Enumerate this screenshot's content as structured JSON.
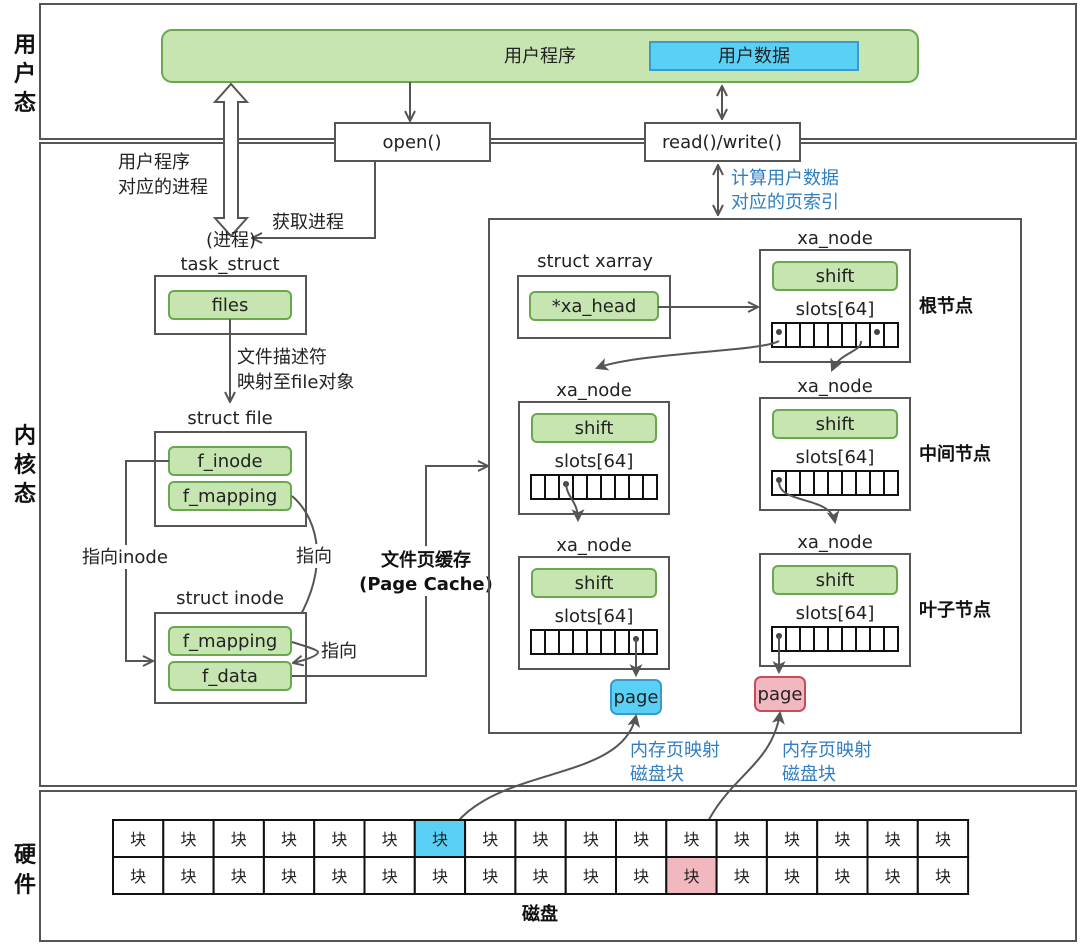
{
  "layers": {
    "user": "用户态",
    "kernel": "内核态",
    "hardware": "硬件"
  },
  "user_space": {
    "program_label": "用户程序",
    "user_data_label": "用户数据"
  },
  "syscalls": {
    "open": "open()",
    "read_write": "read()/write()"
  },
  "annotations": {
    "process_of_program": [
      "用户程序",
      "对应的进程"
    ],
    "get_process": "获取进程",
    "process": "(进程)",
    "fd_to_file": [
      "文件描述符",
      "映射至file对象"
    ],
    "point_to_inode": "指向inode",
    "points_to_1": "指向",
    "points_to_2": "指向",
    "page_cache": [
      "文件页缓存",
      "(Page Cache)"
    ],
    "calc_page_index": [
      "计算用户数据",
      "对应的页索引"
    ],
    "mem_page_map_1": [
      "内存页映射",
      "磁盘块"
    ],
    "mem_page_map_2": [
      "内存页映射",
      "磁盘块"
    ]
  },
  "structs": {
    "task_struct": {
      "title": "task_struct",
      "fields": [
        "files"
      ]
    },
    "file": {
      "title": "struct file",
      "fields": [
        "f_inode",
        "f_mapping"
      ]
    },
    "inode": {
      "title": "struct inode",
      "fields": [
        "f_mapping",
        "f_data"
      ]
    },
    "xarray": {
      "title": "struct xarray",
      "fields": [
        "*xa_head"
      ]
    }
  },
  "xa_nodes": [
    {
      "id": "root",
      "title": "xa_node",
      "shift": "shift",
      "slots": "slots[64]",
      "level_label": "根节点",
      "highlight": [
        {
          "index": 0,
          "color": "blue"
        },
        {
          "index": 7,
          "color": "pink"
        }
      ]
    },
    {
      "id": "mid-left",
      "title": "xa_node",
      "shift": "shift",
      "slots": "slots[64]",
      "level_label": "",
      "highlight": [
        {
          "index": 2,
          "color": "blue"
        }
      ]
    },
    {
      "id": "mid-right",
      "title": "xa_node",
      "shift": "shift",
      "slots": "slots[64]",
      "level_label": "中间节点",
      "highlight": [
        {
          "index": 0,
          "color": "pink"
        }
      ]
    },
    {
      "id": "leaf-left",
      "title": "xa_node",
      "shift": "shift",
      "slots": "slots[64]",
      "level_label": "",
      "highlight": [
        {
          "index": 7,
          "color": "blue"
        }
      ]
    },
    {
      "id": "leaf-right",
      "title": "xa_node",
      "shift": "shift",
      "slots": "slots[64]",
      "level_label": "叶子节点",
      "highlight": [
        {
          "index": 0,
          "color": "pink"
        }
      ]
    }
  ],
  "pages": [
    {
      "label": "page",
      "color": "blue"
    },
    {
      "label": "page",
      "color": "pink"
    }
  ],
  "disk": {
    "label": "磁盘",
    "block_label": "块",
    "columns": 17,
    "rows": 2,
    "highlight": [
      {
        "row": 0,
        "col": 6,
        "color": "blue"
      },
      {
        "row": 1,
        "col": 11,
        "color": "pink"
      }
    ]
  },
  "colors": {
    "green_fill": "#c6e5b0",
    "green_stroke": "#6aa84f",
    "blue": "#5bd0f5",
    "blue_stroke": "#3a9ad0",
    "pink": "#f2b8c0",
    "pink_stroke": "#c94a5a",
    "annotation_blue": "#2f7ec1"
  }
}
